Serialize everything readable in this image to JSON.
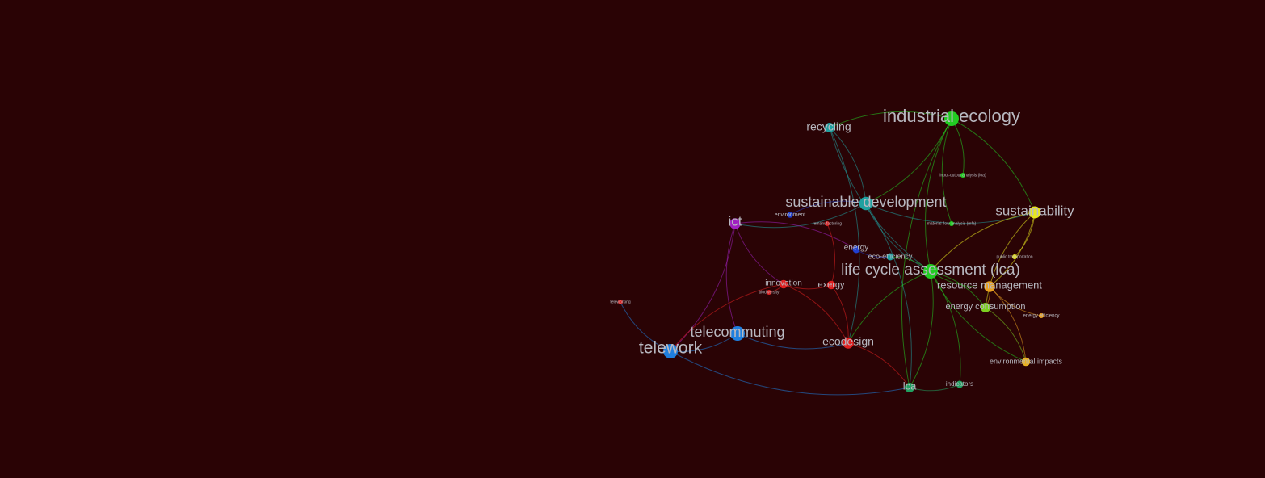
{
  "nodes": [
    {
      "label": "industrial ecology",
      "color": "#22cc22",
      "weight": 10
    },
    {
      "label": "recycling",
      "color": "#20a0a0",
      "weight": 6
    },
    {
      "label": "sustainable development",
      "color": "#1fa0a0",
      "weight": 9
    },
    {
      "label": "sustainability",
      "color": "#e6e61e",
      "weight": 8
    },
    {
      "label": "ict",
      "color": "#a020c0",
      "weight": 7
    },
    {
      "label": "environment",
      "color": "#2040d0",
      "weight": 3
    },
    {
      "label": "energy",
      "color": "#2040d0",
      "weight": 4
    },
    {
      "label": "eco-efficiency",
      "color": "#20a0a0",
      "weight": 4
    },
    {
      "label": "life cycle assessment (lca)",
      "color": "#22cc22",
      "weight": 10
    },
    {
      "label": "resource management",
      "color": "#e8a020",
      "weight": 7
    },
    {
      "label": "innovation",
      "color": "#e02020",
      "weight": 5
    },
    {
      "label": "exergy",
      "color": "#e02020",
      "weight": 5
    },
    {
      "label": "energy consumption",
      "color": "#7cd020",
      "weight": 6
    },
    {
      "label": "telecommuting",
      "color": "#1f7fdf",
      "weight": 10
    },
    {
      "label": "telework",
      "color": "#1f7fdf",
      "weight": 10
    },
    {
      "label": "ecodesign",
      "color": "#e02020",
      "weight": 7
    },
    {
      "label": "environmental impacts",
      "color": "#e8b020",
      "weight": 5
    },
    {
      "label": "lca",
      "color": "#20a060",
      "weight": 6
    },
    {
      "label": "indicators",
      "color": "#20a060",
      "weight": 4
    },
    {
      "label": "teleworking",
      "color": "#e02020",
      "weight": 2
    },
    {
      "label": "remanufacturing",
      "color": "#e02020",
      "weight": 2
    },
    {
      "label": "material flow analysis (mfa)",
      "color": "#22cc22",
      "weight": 2
    },
    {
      "label": "input-output analysis (ioa)",
      "color": "#22cc22",
      "weight": 2
    },
    {
      "label": "public transportation",
      "color": "#e6e61e",
      "weight": 2
    },
    {
      "label": "energy efficiency",
      "color": "#e8a020",
      "weight": 2
    },
    {
      "label": "biodiversity",
      "color": "#e02020",
      "weight": 2
    }
  ],
  "edges": [
    [
      "industrial ecology",
      "recycling"
    ],
    [
      "industrial ecology",
      "sustainable development"
    ],
    [
      "industrial ecology",
      "life cycle assessment (lca)"
    ],
    [
      "industrial ecology",
      "sustainability"
    ],
    [
      "industrial ecology",
      "material flow analysis (mfa)"
    ],
    [
      "industrial ecology",
      "input-output analysis (ioa)"
    ],
    [
      "industrial ecology",
      "lca"
    ],
    [
      "recycling",
      "sustainable development"
    ],
    [
      "recycling",
      "life cycle assessment (lca)"
    ],
    [
      "recycling",
      "ecodesign"
    ],
    [
      "sustainable development",
      "life cycle assessment (lca)"
    ],
    [
      "sustainable development",
      "ict"
    ],
    [
      "sustainable development",
      "sustainability"
    ],
    [
      "sustainable development",
      "lca"
    ],
    [
      "sustainability",
      "life cycle assessment (lca)"
    ],
    [
      "sustainability",
      "resource management"
    ],
    [
      "sustainability",
      "energy consumption"
    ],
    [
      "sustainability",
      "public transportation"
    ],
    [
      "ict",
      "telecommuting"
    ],
    [
      "ict",
      "telework"
    ],
    [
      "ict",
      "innovation"
    ],
    [
      "ict",
      "energy"
    ],
    [
      "life cycle assessment (lca)",
      "resource management"
    ],
    [
      "life cycle assessment (lca)",
      "energy consumption"
    ],
    [
      "life cycle assessment (lca)",
      "ecodesign"
    ],
    [
      "life cycle assessment (lca)",
      "lca"
    ],
    [
      "life cycle assessment (lca)",
      "eco-efficiency"
    ],
    [
      "life cycle assessment (lca)",
      "indicators"
    ],
    [
      "life cycle assessment (lca)",
      "environmental impacts"
    ],
    [
      "resource management",
      "energy consumption"
    ],
    [
      "resource management",
      "energy efficiency"
    ],
    [
      "resource management",
      "environmental impacts"
    ],
    [
      "innovation",
      "exergy"
    ],
    [
      "innovation",
      "ecodesign"
    ],
    [
      "innovation",
      "telework"
    ],
    [
      "exergy",
      "ecodesign"
    ],
    [
      "exergy",
      "remanufacturing"
    ],
    [
      "telecommuting",
      "telework"
    ],
    [
      "telecommuting",
      "ecodesign"
    ],
    [
      "telework",
      "teleworking"
    ],
    [
      "telework",
      "lca"
    ],
    [
      "ecodesign",
      "lca"
    ],
    [
      "lca",
      "indicators"
    ],
    [
      "energy consumption",
      "environmental impacts"
    ],
    [
      "energy",
      "eco-efficiency"
    ],
    [
      "environment",
      "sustainable development"
    ],
    [
      "biodiversity",
      "innovation"
    ]
  ]
}
